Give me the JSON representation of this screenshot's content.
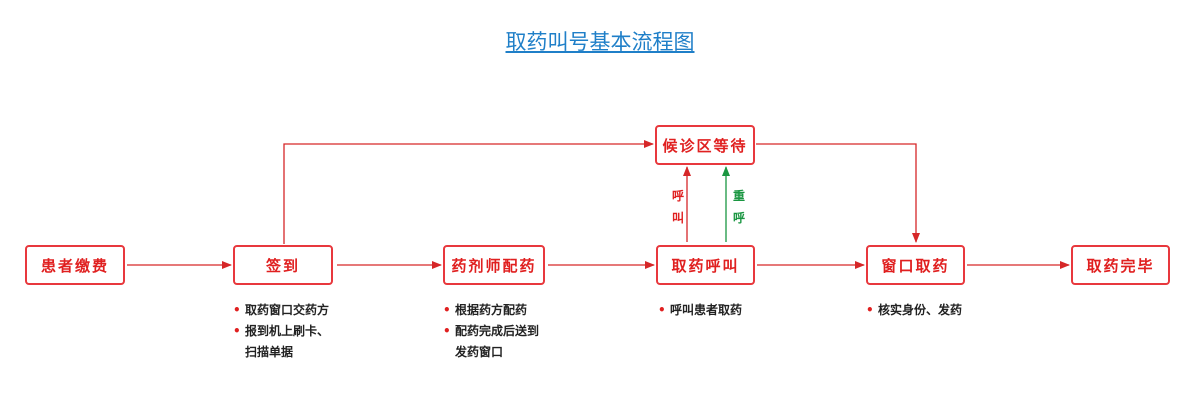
{
  "title": "取药叫号基本流程图",
  "colors": {
    "node_border": "#e8383d",
    "text_red": "#e02020",
    "arrow_red": "#d62728",
    "arrow_green": "#1a9641",
    "title_blue": "#1f7fc8"
  },
  "nodes": {
    "pay": "患者缴费",
    "checkin": "签到",
    "dispense": "药剂师配药",
    "call": "取药呼叫",
    "waiting": "候诊区等待",
    "window": "窗口取药",
    "done": "取药完毕"
  },
  "edge_labels": {
    "call_up": [
      "呼",
      "叫"
    ],
    "recall_up": [
      "重",
      "呼"
    ]
  },
  "notes": {
    "checkin": [
      "取药窗口交药方",
      "报到机上刷卡、",
      "扫描单据"
    ],
    "dispense": [
      "根据药方配药",
      "配药完成后送到",
      "发药窗口"
    ],
    "call": [
      "呼叫患者取药"
    ],
    "window": [
      "核实身份、发药"
    ]
  }
}
